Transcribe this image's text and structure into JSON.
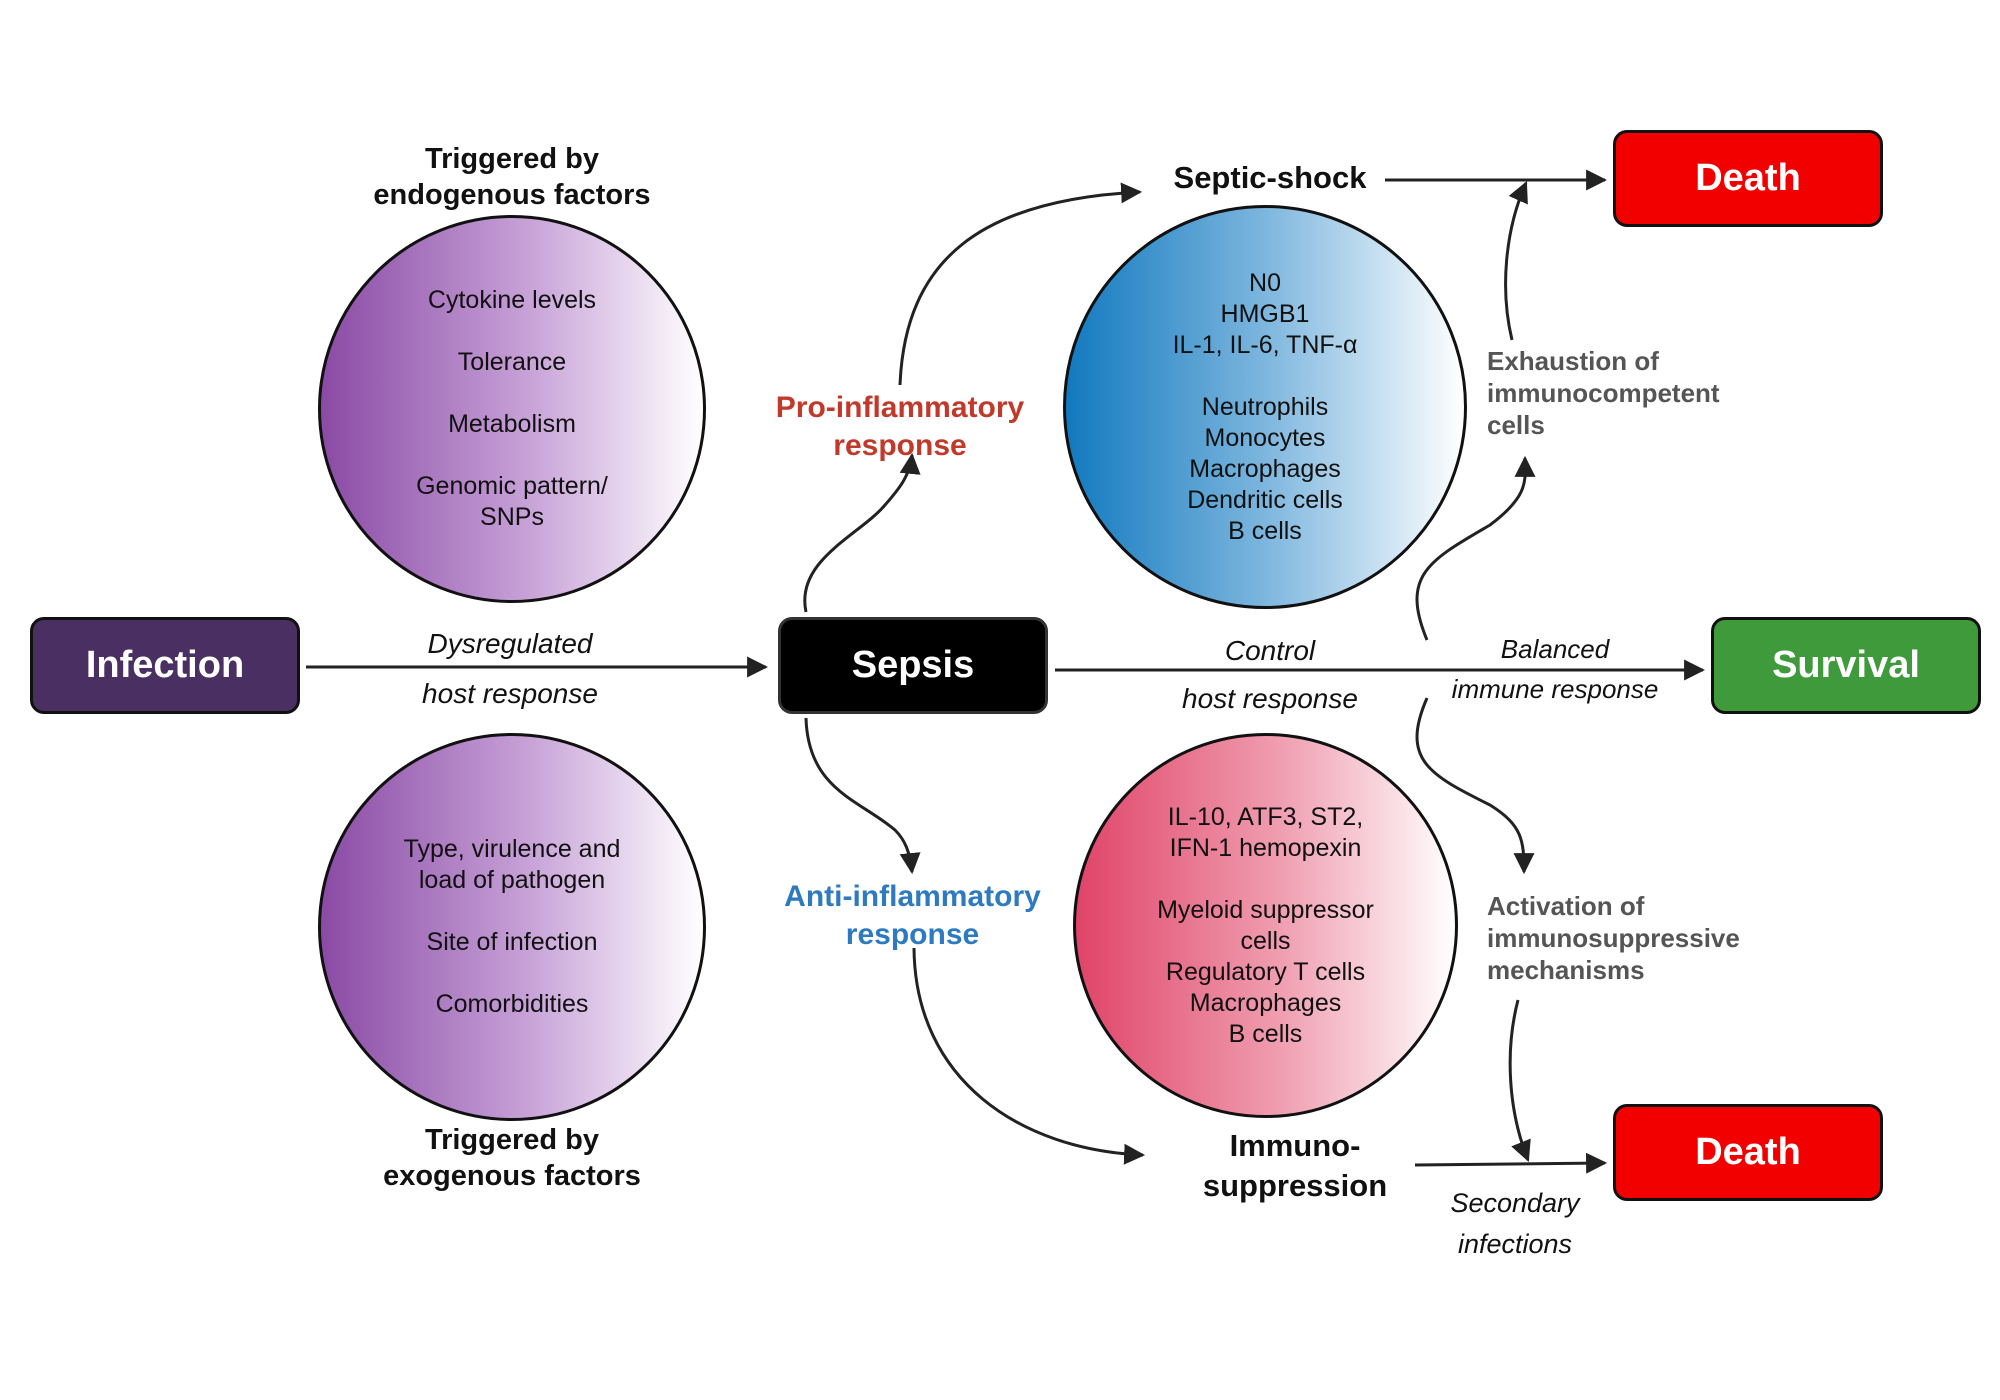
{
  "boxes": {
    "infection": "Infection",
    "sepsis": "Sepsis",
    "survival": "Survival",
    "death_top": "Death",
    "death_bottom": "Death"
  },
  "colors": {
    "infection": "#4a2f63",
    "sepsis": "#000000",
    "survival": "#3f9a3c",
    "death": "#f20000",
    "pro_inflammatory_text": "#c0392b",
    "anti_inflammatory_text": "#2d7ac0",
    "purple_circle": "#8a4aa5",
    "blue_circle": "#1279bf",
    "red_circle": "#e04468"
  },
  "endogenous": {
    "title": [
      "Triggered by",
      "endogenous factors"
    ],
    "items": [
      "Cytokine levels",
      "Tolerance",
      "Metabolism",
      "Genomic pattern/",
      "SNPs"
    ]
  },
  "exogenous": {
    "title": [
      "Triggered by",
      "exogenous factors"
    ],
    "items": [
      "Type, virulence and",
      "load of pathogen",
      "Site of infection",
      "Comorbidities"
    ]
  },
  "pro_inflammatory": {
    "label": [
      "Pro-inflammatory",
      "response"
    ],
    "outcome": "Septic-shock",
    "mediators": [
      "N0",
      "HMGB1",
      "IL-1, IL-6, TNF-α"
    ],
    "cells": [
      "Neutrophils",
      "Monocytes",
      "Macrophages",
      "Dendritic cells",
      "B cells"
    ]
  },
  "anti_inflammatory": {
    "label": [
      "Anti-inflammatory",
      "response"
    ],
    "outcome": [
      "Immuno-",
      "suppression"
    ],
    "mediators": [
      "IL-10, ATF3, ST2,",
      "IFN-1 hemopexin"
    ],
    "cells": [
      "Myeloid suppressor",
      "cells",
      "Regulatory T cells",
      "Macrophages",
      "B cells"
    ]
  },
  "edges": {
    "dysregulated": [
      "Dysregulated",
      "host response"
    ],
    "control": [
      "Control",
      "host response"
    ],
    "balanced": [
      "Balanced",
      "immune response"
    ],
    "secondary": [
      "Secondary",
      "infections"
    ]
  },
  "side_notes": {
    "exhaustion": [
      "Exhaustion of",
      "immunocompetent",
      "cells"
    ],
    "activation": [
      "Activation of",
      "immunosuppressive",
      "mechanisms"
    ]
  }
}
